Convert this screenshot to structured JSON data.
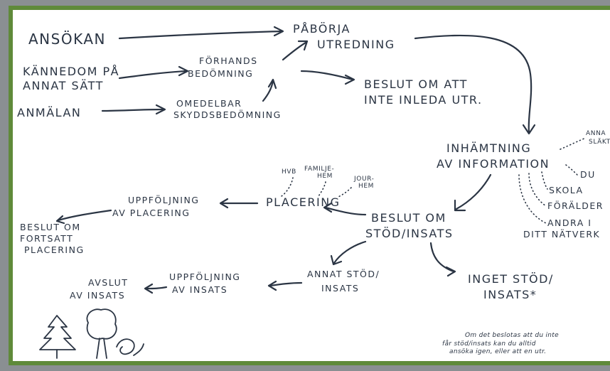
{
  "nodes": {
    "ansokan": "ANSÖKAN",
    "paborja_1": "PÅBÖRJA",
    "paborja_2": "UTREDNING",
    "kannedom_1": "KÄNNEDOM PÅ",
    "kannedom_2": "ANNAT SÄTT",
    "forhands_1": "FÖRHANDS",
    "forhands_2": "BEDÖMNING",
    "anmalan": "ANMÄLAN",
    "omedelbar_1": "OMEDELBAR",
    "omedelbar_2": "SKYDDSBEDÖMNING",
    "beslut_inte_1": "BESLUT OM ATT",
    "beslut_inte_2": "INTE INLEDA UTR.",
    "inhamtning_1": "INHÄMTNING",
    "inhamtning_2": "AV INFORMATION",
    "sources": {
      "anna": "ANNA",
      "slakt": "SLÄKT",
      "du": "DU",
      "skola": "SKOLA",
      "foralder": "FÖRÄLDER",
      "andra": "ANDRA I",
      "natverk": "DITT NÄTVERK"
    },
    "placements": {
      "hvb": "HVB",
      "familje_1": "FAMILJE-",
      "familje_2": "HEM",
      "jour_1": "JOUR-",
      "jour_2": "HEM"
    },
    "placering": "PLACERING",
    "uppf_plac_1": "UPPFÖLJNING",
    "uppf_plac_2": "AV PLACERING",
    "beslut_fort_1": "BESLUT OM",
    "beslut_fort_2": "FORTSATT",
    "beslut_fort_3": "PLACERING",
    "beslut_stod_1": "BESLUT OM",
    "beslut_stod_2": "STÖD/INSATS",
    "annat_1": "ANNAT STÖD/",
    "annat_2": "INSATS",
    "uppf_ins_1": "UPPFÖLJNING",
    "uppf_ins_2": "AV INSATS",
    "avslut_1": "AVSLUT",
    "avslut_2": "AV INSATS",
    "inget_1": "INGET STÖD/",
    "inget_2": "INSATS*"
  },
  "footnote": {
    "line1": "Om det beslotas att du inte",
    "line2": "får stöd/insats kan du alltid",
    "line3": "ansöka igen, eller att en utr."
  },
  "colors": {
    "ink": "#2b3544",
    "border": "#5f8a3a",
    "background": "#8a8f92"
  }
}
